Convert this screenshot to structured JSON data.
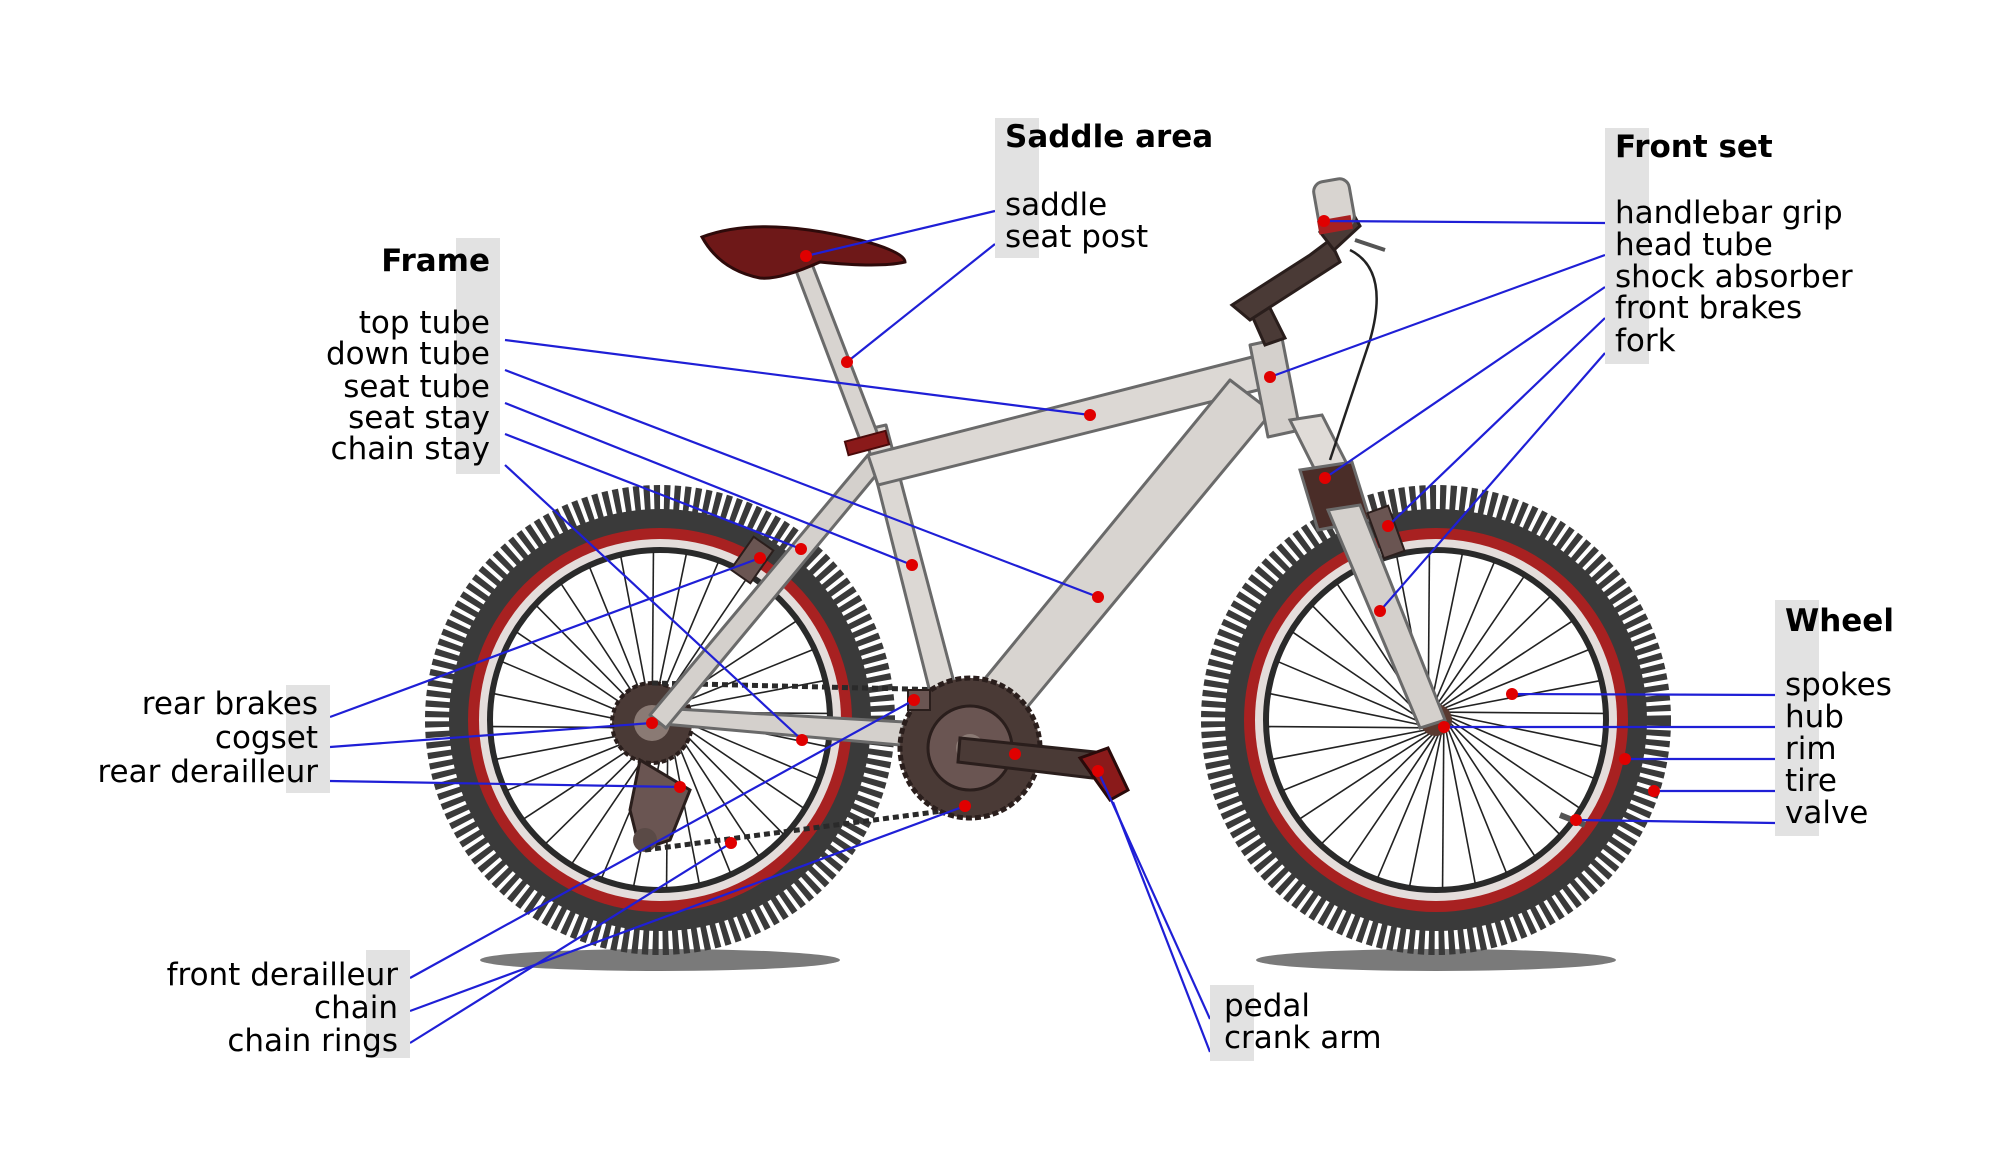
{
  "groups": {
    "saddle_area": {
      "title": "Saddle area",
      "items": [
        "saddle",
        "seat post"
      ]
    },
    "frame": {
      "title": "Frame",
      "items": [
        "top tube",
        "down tube",
        "seat tube",
        "seat stay",
        "chain stay"
      ]
    },
    "front_set": {
      "title": "Front set",
      "items": [
        "handlebar grip",
        "head tube",
        "shock absorber",
        "front brakes",
        "fork"
      ]
    },
    "wheel": {
      "title": "Wheel",
      "items": [
        "spokes",
        "hub",
        "rim",
        "tire",
        "valve"
      ]
    },
    "rear": {
      "items": [
        "rear brakes",
        "cogset",
        "rear derailleur"
      ]
    },
    "drive": {
      "items": [
        "front derailleur",
        "chain",
        "chain rings"
      ]
    },
    "pedal": {
      "items": [
        "pedal",
        "crank arm"
      ]
    }
  },
  "colors": {
    "leader_line": "#1f1fd6",
    "marker": "#e00000",
    "tire": "#3a3a3a",
    "tire_band": "#a82121",
    "frame": "#d4d0cc",
    "saddle": "#6e1818",
    "label_bar": "#e2e2e2"
  }
}
